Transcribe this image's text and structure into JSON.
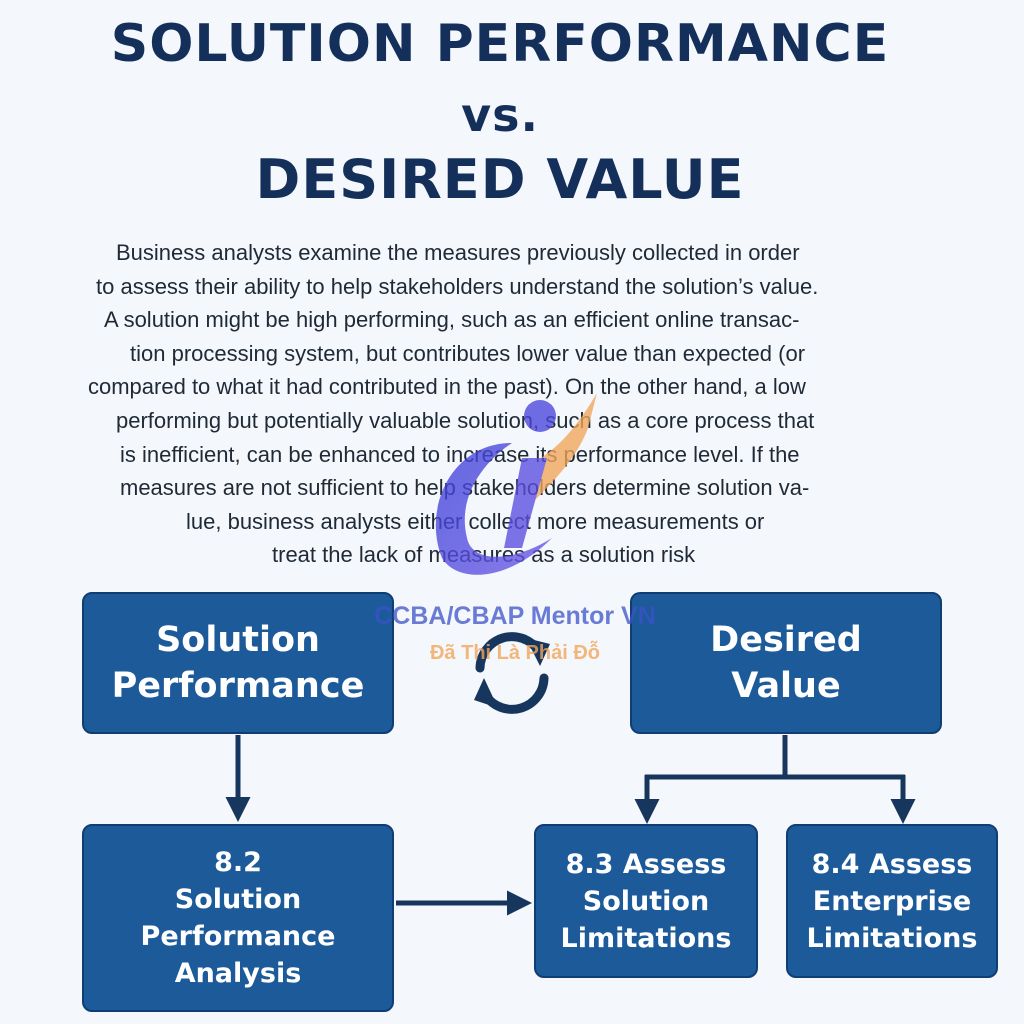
{
  "title": {
    "line1": "SOLUTION PERFORMANCE",
    "line2": "vs.",
    "line3": "DESIRED VALUE"
  },
  "paragraph": [
    "Business analysts examine the measures previously collected in order",
    "to assess their ability to help stakeholders understand the solution’s value.",
    "A solution might be high performing, such as an efficient online transac-",
    "tion processing system, but contributes lower value than expected (or",
    "compared to what it had contributed in the past). On the other hand, a low",
    "performing but potentially valuable solution, such as a core process that",
    "is inefficient, can be enhanced to increase its performance level. If the",
    "measures are not sufficient to help stakeholders determine solution va-",
    "lue, business analysts either collect more measurements or",
    "treat the lack of measures as a solution risk"
  ],
  "diagram": {
    "solution_performance": "Solution\nPerformance",
    "desired_value": "Desired\nValue",
    "task_8_2": "8.2\nSolution\nPerformance\nAnalysis",
    "task_8_3": "8.3 Assess\nSolution\nLimitations",
    "task_8_4": "8.4 Assess\nEnterprise\nLimitations"
  },
  "watermark": {
    "name": "CCBA/CBAP Mentor VN",
    "slogan": "Đã Thi Là Phải Đỗ"
  },
  "icons": {
    "cycle": "cycle-arrows-icon",
    "logo": "mentor-logo-icon"
  },
  "colors": {
    "title": "#14305a",
    "box_fill": "#1d5a99",
    "connector": "#17365e",
    "watermark_blue": "#3b52c9",
    "watermark_orange": "#f2a65a"
  }
}
